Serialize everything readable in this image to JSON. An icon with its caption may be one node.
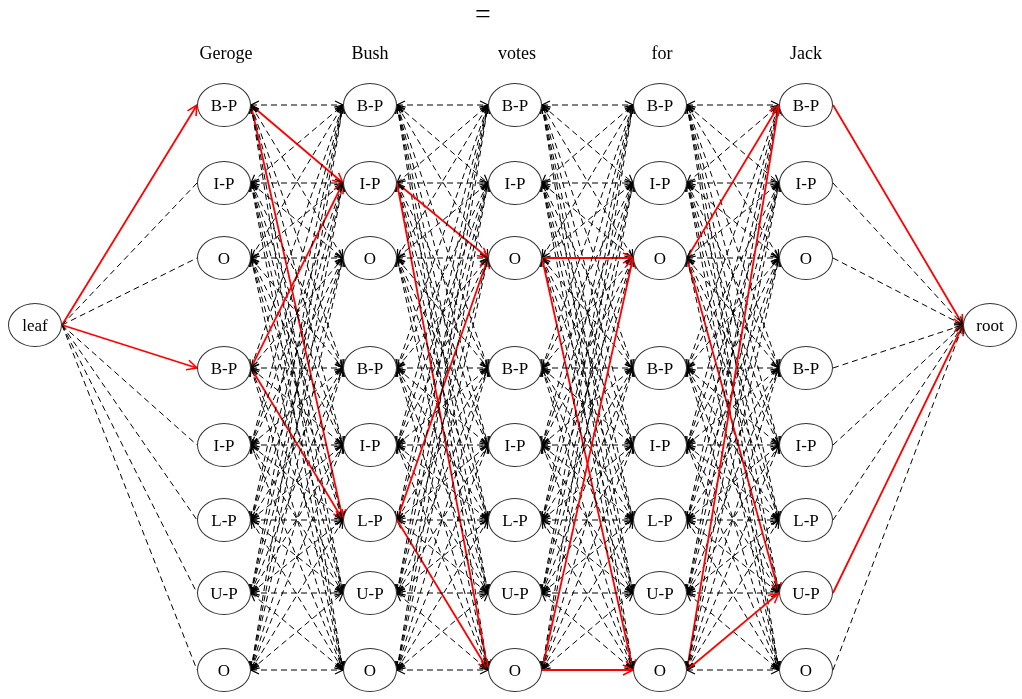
{
  "diagram": {
    "nodes": [
      {
        "text": [
          "leaf"
        ]
      },
      {
        "text": [
          "B-P"
        ]
      },
      {
        "text": [
          "I-P"
        ]
      },
      {
        "text": [
          "O"
        ]
      },
      {
        "text": [
          "B-P"
        ]
      },
      {
        "text": [
          "I-P"
        ]
      },
      {
        "text": [
          "L-P"
        ]
      },
      {
        "text": [
          "U-P"
        ]
      },
      {
        "text": [
          "O"
        ]
      },
      {
        "text": [
          "B-P"
        ]
      },
      {
        "text": [
          "I-P"
        ]
      },
      {
        "text": [
          "O"
        ]
      },
      {
        "text": [
          "B-P"
        ]
      },
      {
        "text": [
          "I-P"
        ]
      },
      {
        "text": [
          "L-P"
        ]
      },
      {
        "text": [
          "U-P"
        ]
      },
      {
        "text": [
          "O"
        ]
      },
      {
        "text": [
          "B-P"
        ]
      },
      {
        "text": [
          "I-P"
        ]
      },
      {
        "text": [
          "O"
        ]
      },
      {
        "text": [
          "B-P"
        ]
      },
      {
        "text": [
          "I-P"
        ]
      },
      {
        "text": [
          "L-P"
        ]
      },
      {
        "text": [
          "U-P"
        ]
      },
      {
        "text": [
          "O"
        ]
      },
      {
        "text": [
          "B-P"
        ]
      },
      {
        "text": [
          "I-P"
        ]
      },
      {
        "text": [
          "O"
        ]
      },
      {
        "text": [
          "B-P"
        ]
      },
      {
        "text": [
          "I-P"
        ]
      },
      {
        "text": [
          "L-P"
        ]
      },
      {
        "text": [
          "U-P"
        ]
      },
      {
        "text": [
          "O"
        ]
      },
      {
        "text": [
          "B-P"
        ]
      },
      {
        "text": [
          "I-P"
        ]
      },
      {
        "text": [
          "O"
        ]
      },
      {
        "text": [
          "B-P"
        ]
      },
      {
        "text": [
          "I-P"
        ]
      },
      {
        "text": [
          "L-P"
        ]
      },
      {
        "text": [
          "U-P"
        ]
      },
      {
        "text": [
          "O"
        ]
      },
      {
        "text": [
          "root"
        ]
      }
    ],
    "edges": [
      {
        "from": 0,
        "to": 1,
        "arrow": "to",
        "color": "#ff0000"
      },
      {
        "from": 0,
        "to": 2,
        "arrow": "none",
        "style": "dashed"
      },
      {
        "from": 0,
        "to": 3,
        "arrow": "none",
        "style": "dashed"
      },
      {
        "from": 0,
        "to": 4,
        "arrow": "to",
        "color": "#ff0000"
      },
      {
        "from": 0,
        "to": 5,
        "arrow": "none",
        "style": "dashed"
      },
      {
        "from": 0,
        "to": 6,
        "arrow": "none",
        "style": "dashed"
      },
      {
        "from": 0,
        "to": 7,
        "arrow": "none",
        "style": "dashed"
      },
      {
        "from": 0,
        "to": 8,
        "arrow": "none",
        "style": "dashed"
      },
      {
        "from": 1,
        "to": 9,
        "arrow": "both",
        "style": "dashed"
      },
      {
        "from": 1,
        "to": 10,
        "arrow": "to",
        "color": "#ff0000"
      },
      {
        "from": 1,
        "to": 11,
        "arrow": "both",
        "style": "dashed"
      },
      {
        "from": 1,
        "to": 12,
        "arrow": "both",
        "style": "dashed"
      },
      {
        "from": 1,
        "to": 13,
        "arrow": "both",
        "style": "dashed"
      },
      {
        "from": 1,
        "to": 14,
        "arrow": "to",
        "color": "#ff0000"
      },
      {
        "from": 1,
        "to": 15,
        "arrow": "both",
        "style": "dashed"
      },
      {
        "from": 1,
        "to": 16,
        "arrow": "both",
        "style": "dashed"
      },
      {
        "from": 2,
        "to": 9,
        "arrow": "both",
        "style": "dashed"
      },
      {
        "from": 2,
        "to": 10,
        "arrow": "both",
        "style": "dashed"
      },
      {
        "from": 2,
        "to": 11,
        "arrow": "both",
        "style": "dashed"
      },
      {
        "from": 2,
        "to": 12,
        "arrow": "both",
        "style": "dashed"
      },
      {
        "from": 2,
        "to": 13,
        "arrow": "both",
        "style": "dashed"
      },
      {
        "from": 2,
        "to": 14,
        "arrow": "both",
        "style": "dashed"
      },
      {
        "from": 2,
        "to": 15,
        "arrow": "both",
        "style": "dashed"
      },
      {
        "from": 2,
        "to": 16,
        "arrow": "both",
        "style": "dashed"
      },
      {
        "from": 3,
        "to": 9,
        "arrow": "both",
        "style": "dashed"
      },
      {
        "from": 3,
        "to": 10,
        "arrow": "both",
        "style": "dashed"
      },
      {
        "from": 3,
        "to": 11,
        "arrow": "both",
        "style": "dashed"
      },
      {
        "from": 3,
        "to": 12,
        "arrow": "both",
        "style": "dashed"
      },
      {
        "from": 3,
        "to": 13,
        "arrow": "both",
        "style": "dashed"
      },
      {
        "from": 3,
        "to": 14,
        "arrow": "both",
        "style": "dashed"
      },
      {
        "from": 3,
        "to": 15,
        "arrow": "both",
        "style": "dashed"
      },
      {
        "from": 3,
        "to": 16,
        "arrow": "both",
        "style": "dashed"
      },
      {
        "from": 4,
        "to": 9,
        "arrow": "both",
        "style": "dashed"
      },
      {
        "from": 4,
        "to": 10,
        "arrow": "to",
        "color": "#ff0000"
      },
      {
        "from": 4,
        "to": 11,
        "arrow": "both",
        "style": "dashed"
      },
      {
        "from": 4,
        "to": 12,
        "arrow": "both",
        "style": "dashed"
      },
      {
        "from": 4,
        "to": 13,
        "arrow": "both",
        "style": "dashed"
      },
      {
        "from": 4,
        "to": 14,
        "arrow": "to",
        "color": "#ff0000"
      },
      {
        "from": 4,
        "to": 15,
        "arrow": "both",
        "style": "dashed"
      },
      {
        "from": 4,
        "to": 16,
        "arrow": "both",
        "style": "dashed"
      },
      {
        "from": 5,
        "to": 9,
        "arrow": "both",
        "style": "dashed"
      },
      {
        "from": 5,
        "to": 10,
        "arrow": "both",
        "style": "dashed"
      },
      {
        "from": 5,
        "to": 11,
        "arrow": "both",
        "style": "dashed"
      },
      {
        "from": 5,
        "to": 12,
        "arrow": "both",
        "style": "dashed"
      },
      {
        "from": 5,
        "to": 13,
        "arrow": "both",
        "style": "dashed"
      },
      {
        "from": 5,
        "to": 14,
        "arrow": "both",
        "style": "dashed"
      },
      {
        "from": 5,
        "to": 15,
        "arrow": "both",
        "style": "dashed"
      },
      {
        "from": 5,
        "to": 16,
        "arrow": "both",
        "style": "dashed"
      },
      {
        "from": 6,
        "to": 9,
        "arrow": "both",
        "style": "dashed"
      },
      {
        "from": 6,
        "to": 10,
        "arrow": "both",
        "style": "dashed"
      },
      {
        "from": 6,
        "to": 11,
        "arrow": "both",
        "style": "dashed"
      },
      {
        "from": 6,
        "to": 12,
        "arrow": "both",
        "style": "dashed"
      },
      {
        "from": 6,
        "to": 13,
        "arrow": "both",
        "style": "dashed"
      },
      {
        "from": 6,
        "to": 14,
        "arrow": "both",
        "style": "dashed"
      },
      {
        "from": 6,
        "to": 15,
        "arrow": "both",
        "style": "dashed"
      },
      {
        "from": 6,
        "to": 16,
        "arrow": "both",
        "style": "dashed"
      },
      {
        "from": 7,
        "to": 9,
        "arrow": "both",
        "style": "dashed"
      },
      {
        "from": 7,
        "to": 10,
        "arrow": "both",
        "style": "dashed"
      },
      {
        "from": 7,
        "to": 11,
        "arrow": "both",
        "style": "dashed"
      },
      {
        "from": 7,
        "to": 12,
        "arrow": "both",
        "style": "dashed"
      },
      {
        "from": 7,
        "to": 13,
        "arrow": "both",
        "style": "dashed"
      },
      {
        "from": 7,
        "to": 14,
        "arrow": "both",
        "style": "dashed"
      },
      {
        "from": 7,
        "to": 15,
        "arrow": "both",
        "style": "dashed"
      },
      {
        "from": 7,
        "to": 16,
        "arrow": "both",
        "style": "dashed"
      },
      {
        "from": 8,
        "to": 9,
        "arrow": "both",
        "style": "dashed"
      },
      {
        "from": 8,
        "to": 10,
        "arrow": "both",
        "style": "dashed"
      },
      {
        "from": 8,
        "to": 11,
        "arrow": "both",
        "style": "dashed"
      },
      {
        "from": 8,
        "to": 12,
        "arrow": "both",
        "style": "dashed"
      },
      {
        "from": 8,
        "to": 13,
        "arrow": "both",
        "style": "dashed"
      },
      {
        "from": 8,
        "to": 14,
        "arrow": "both",
        "style": "dashed"
      },
      {
        "from": 8,
        "to": 15,
        "arrow": "both",
        "style": "dashed"
      },
      {
        "from": 8,
        "to": 16,
        "arrow": "both",
        "style": "dashed"
      },
      {
        "from": 9,
        "to": 17,
        "arrow": "both",
        "style": "dashed"
      },
      {
        "from": 9,
        "to": 18,
        "arrow": "both",
        "style": "dashed"
      },
      {
        "from": 9,
        "to": 19,
        "arrow": "both",
        "style": "dashed"
      },
      {
        "from": 9,
        "to": 20,
        "arrow": "both",
        "style": "dashed"
      },
      {
        "from": 9,
        "to": 21,
        "arrow": "both",
        "style": "dashed"
      },
      {
        "from": 9,
        "to": 22,
        "arrow": "both",
        "style": "dashed"
      },
      {
        "from": 9,
        "to": 23,
        "arrow": "both",
        "style": "dashed"
      },
      {
        "from": 9,
        "to": 24,
        "arrow": "both",
        "style": "dashed"
      },
      {
        "from": 10,
        "to": 17,
        "arrow": "both",
        "style": "dashed"
      },
      {
        "from": 10,
        "to": 18,
        "arrow": "both",
        "style": "dashed"
      },
      {
        "from": 10,
        "to": 19,
        "arrow": "to",
        "color": "#ff0000"
      },
      {
        "from": 10,
        "to": 20,
        "arrow": "both",
        "style": "dashed"
      },
      {
        "from": 10,
        "to": 21,
        "arrow": "both",
        "style": "dashed"
      },
      {
        "from": 10,
        "to": 22,
        "arrow": "both",
        "style": "dashed"
      },
      {
        "from": 10,
        "to": 23,
        "arrow": "both",
        "style": "dashed"
      },
      {
        "from": 10,
        "to": 24,
        "arrow": "to",
        "color": "#ff0000"
      },
      {
        "from": 11,
        "to": 17,
        "arrow": "both",
        "style": "dashed"
      },
      {
        "from": 11,
        "to": 18,
        "arrow": "both",
        "style": "dashed"
      },
      {
        "from": 11,
        "to": 19,
        "arrow": "both",
        "style": "dashed"
      },
      {
        "from": 11,
        "to": 20,
        "arrow": "both",
        "style": "dashed"
      },
      {
        "from": 11,
        "to": 21,
        "arrow": "both",
        "style": "dashed"
      },
      {
        "from": 11,
        "to": 22,
        "arrow": "both",
        "style": "dashed"
      },
      {
        "from": 11,
        "to": 23,
        "arrow": "both",
        "style": "dashed"
      },
      {
        "from": 11,
        "to": 24,
        "arrow": "both",
        "style": "dashed"
      },
      {
        "from": 12,
        "to": 17,
        "arrow": "both",
        "style": "dashed"
      },
      {
        "from": 12,
        "to": 18,
        "arrow": "both",
        "style": "dashed"
      },
      {
        "from": 12,
        "to": 19,
        "arrow": "both",
        "style": "dashed"
      },
      {
        "from": 12,
        "to": 20,
        "arrow": "both",
        "style": "dashed"
      },
      {
        "from": 12,
        "to": 21,
        "arrow": "both",
        "style": "dashed"
      },
      {
        "from": 12,
        "to": 22,
        "arrow": "both",
        "style": "dashed"
      },
      {
        "from": 12,
        "to": 23,
        "arrow": "both",
        "style": "dashed"
      },
      {
        "from": 12,
        "to": 24,
        "arrow": "both",
        "style": "dashed"
      },
      {
        "from": 13,
        "to": 17,
        "arrow": "both",
        "style": "dashed"
      },
      {
        "from": 13,
        "to": 18,
        "arrow": "both",
        "style": "dashed"
      },
      {
        "from": 13,
        "to": 19,
        "arrow": "both",
        "style": "dashed"
      },
      {
        "from": 13,
        "to": 20,
        "arrow": "both",
        "style": "dashed"
      },
      {
        "from": 13,
        "to": 21,
        "arrow": "both",
        "style": "dashed"
      },
      {
        "from": 13,
        "to": 22,
        "arrow": "both",
        "style": "dashed"
      },
      {
        "from": 13,
        "to": 23,
        "arrow": "both",
        "style": "dashed"
      },
      {
        "from": 13,
        "to": 24,
        "arrow": "both",
        "style": "dashed"
      },
      {
        "from": 14,
        "to": 17,
        "arrow": "both",
        "style": "dashed"
      },
      {
        "from": 14,
        "to": 18,
        "arrow": "both",
        "style": "dashed"
      },
      {
        "from": 14,
        "to": 19,
        "arrow": "to",
        "color": "#ff0000"
      },
      {
        "from": 14,
        "to": 20,
        "arrow": "both",
        "style": "dashed"
      },
      {
        "from": 14,
        "to": 21,
        "arrow": "both",
        "style": "dashed"
      },
      {
        "from": 14,
        "to": 22,
        "arrow": "both",
        "style": "dashed"
      },
      {
        "from": 14,
        "to": 23,
        "arrow": "both",
        "style": "dashed"
      },
      {
        "from": 14,
        "to": 24,
        "arrow": "to",
        "color": "#ff0000"
      },
      {
        "from": 15,
        "to": 17,
        "arrow": "both",
        "style": "dashed"
      },
      {
        "from": 15,
        "to": 18,
        "arrow": "both",
        "style": "dashed"
      },
      {
        "from": 15,
        "to": 19,
        "arrow": "both",
        "style": "dashed"
      },
      {
        "from": 15,
        "to": 20,
        "arrow": "both",
        "style": "dashed"
      },
      {
        "from": 15,
        "to": 21,
        "arrow": "both",
        "style": "dashed"
      },
      {
        "from": 15,
        "to": 22,
        "arrow": "both",
        "style": "dashed"
      },
      {
        "from": 15,
        "to": 23,
        "arrow": "both",
        "style": "dashed"
      },
      {
        "from": 15,
        "to": 24,
        "arrow": "both",
        "style": "dashed"
      },
      {
        "from": 16,
        "to": 17,
        "arrow": "both",
        "style": "dashed"
      },
      {
        "from": 16,
        "to": 18,
        "arrow": "both",
        "style": "dashed"
      },
      {
        "from": 16,
        "to": 19,
        "arrow": "both",
        "style": "dashed"
      },
      {
        "from": 16,
        "to": 20,
        "arrow": "both",
        "style": "dashed"
      },
      {
        "from": 16,
        "to": 21,
        "arrow": "both",
        "style": "dashed"
      },
      {
        "from": 16,
        "to": 22,
        "arrow": "both",
        "style": "dashed"
      },
      {
        "from": 16,
        "to": 23,
        "arrow": "both",
        "style": "dashed"
      },
      {
        "from": 16,
        "to": 24,
        "arrow": "both",
        "style": "dashed"
      },
      {
        "from": 17,
        "to": 25,
        "arrow": "both",
        "style": "dashed"
      },
      {
        "from": 17,
        "to": 26,
        "arrow": "both",
        "style": "dashed"
      },
      {
        "from": 17,
        "to": 27,
        "arrow": "both",
        "style": "dashed"
      },
      {
        "from": 17,
        "to": 28,
        "arrow": "both",
        "style": "dashed"
      },
      {
        "from": 17,
        "to": 29,
        "arrow": "both",
        "style": "dashed"
      },
      {
        "from": 17,
        "to": 30,
        "arrow": "both",
        "style": "dashed"
      },
      {
        "from": 17,
        "to": 31,
        "arrow": "both",
        "style": "dashed"
      },
      {
        "from": 17,
        "to": 32,
        "arrow": "both",
        "style": "dashed"
      },
      {
        "from": 18,
        "to": 25,
        "arrow": "both",
        "style": "dashed"
      },
      {
        "from": 18,
        "to": 26,
        "arrow": "both",
        "style": "dashed"
      },
      {
        "from": 18,
        "to": 27,
        "arrow": "both",
        "style": "dashed"
      },
      {
        "from": 18,
        "to": 28,
        "arrow": "both",
        "style": "dashed"
      },
      {
        "from": 18,
        "to": 29,
        "arrow": "both",
        "style": "dashed"
      },
      {
        "from": 18,
        "to": 30,
        "arrow": "both",
        "style": "dashed"
      },
      {
        "from": 18,
        "to": 31,
        "arrow": "both",
        "style": "dashed"
      },
      {
        "from": 18,
        "to": 32,
        "arrow": "both",
        "style": "dashed"
      },
      {
        "from": 19,
        "to": 25,
        "arrow": "both",
        "style": "dashed"
      },
      {
        "from": 19,
        "to": 26,
        "arrow": "both",
        "style": "dashed"
      },
      {
        "from": 19,
        "to": 27,
        "arrow": "to",
        "color": "#ff0000"
      },
      {
        "from": 19,
        "to": 28,
        "arrow": "both",
        "style": "dashed"
      },
      {
        "from": 19,
        "to": 29,
        "arrow": "both",
        "style": "dashed"
      },
      {
        "from": 19,
        "to": 30,
        "arrow": "both",
        "style": "dashed"
      },
      {
        "from": 19,
        "to": 31,
        "arrow": "both",
        "style": "dashed"
      },
      {
        "from": 19,
        "to": 32,
        "arrow": "to",
        "color": "#ff0000"
      },
      {
        "from": 20,
        "to": 25,
        "arrow": "both",
        "style": "dashed"
      },
      {
        "from": 20,
        "to": 26,
        "arrow": "both",
        "style": "dashed"
      },
      {
        "from": 20,
        "to": 27,
        "arrow": "both",
        "style": "dashed"
      },
      {
        "from": 20,
        "to": 28,
        "arrow": "both",
        "style": "dashed"
      },
      {
        "from": 20,
        "to": 29,
        "arrow": "both",
        "style": "dashed"
      },
      {
        "from": 20,
        "to": 30,
        "arrow": "both",
        "style": "dashed"
      },
      {
        "from": 20,
        "to": 31,
        "arrow": "both",
        "style": "dashed"
      },
      {
        "from": 20,
        "to": 32,
        "arrow": "both",
        "style": "dashed"
      },
      {
        "from": 21,
        "to": 25,
        "arrow": "both",
        "style": "dashed"
      },
      {
        "from": 21,
        "to": 26,
        "arrow": "both",
        "style": "dashed"
      },
      {
        "from": 21,
        "to": 27,
        "arrow": "both",
        "style": "dashed"
      },
      {
        "from": 21,
        "to": 28,
        "arrow": "both",
        "style": "dashed"
      },
      {
        "from": 21,
        "to": 29,
        "arrow": "both",
        "style": "dashed"
      },
      {
        "from": 21,
        "to": 30,
        "arrow": "both",
        "style": "dashed"
      },
      {
        "from": 21,
        "to": 31,
        "arrow": "both",
        "style": "dashed"
      },
      {
        "from": 21,
        "to": 32,
        "arrow": "both",
        "style": "dashed"
      },
      {
        "from": 22,
        "to": 25,
        "arrow": "both",
        "style": "dashed"
      },
      {
        "from": 22,
        "to": 26,
        "arrow": "both",
        "style": "dashed"
      },
      {
        "from": 22,
        "to": 27,
        "arrow": "both",
        "style": "dashed"
      },
      {
        "from": 22,
        "to": 28,
        "arrow": "both",
        "style": "dashed"
      },
      {
        "from": 22,
        "to": 29,
        "arrow": "both",
        "style": "dashed"
      },
      {
        "from": 22,
        "to": 30,
        "arrow": "both",
        "style": "dashed"
      },
      {
        "from": 22,
        "to": 31,
        "arrow": "both",
        "style": "dashed"
      },
      {
        "from": 22,
        "to": 32,
        "arrow": "both",
        "style": "dashed"
      },
      {
        "from": 23,
        "to": 25,
        "arrow": "both",
        "style": "dashed"
      },
      {
        "from": 23,
        "to": 26,
        "arrow": "both",
        "style": "dashed"
      },
      {
        "from": 23,
        "to": 27,
        "arrow": "both",
        "style": "dashed"
      },
      {
        "from": 23,
        "to": 28,
        "arrow": "both",
        "style": "dashed"
      },
      {
        "from": 23,
        "to": 29,
        "arrow": "both",
        "style": "dashed"
      },
      {
        "from": 23,
        "to": 30,
        "arrow": "both",
        "style": "dashed"
      },
      {
        "from": 23,
        "to": 31,
        "arrow": "both",
        "style": "dashed"
      },
      {
        "from": 23,
        "to": 32,
        "arrow": "both",
        "style": "dashed"
      },
      {
        "from": 24,
        "to": 25,
        "arrow": "both",
        "style": "dashed"
      },
      {
        "from": 24,
        "to": 26,
        "arrow": "both",
        "style": "dashed"
      },
      {
        "from": 24,
        "to": 27,
        "arrow": "to",
        "color": "#ff0000"
      },
      {
        "from": 24,
        "to": 28,
        "arrow": "both",
        "style": "dashed"
      },
      {
        "from": 24,
        "to": 29,
        "arrow": "both",
        "style": "dashed"
      },
      {
        "from": 24,
        "to": 30,
        "arrow": "both",
        "style": "dashed"
      },
      {
        "from": 24,
        "to": 31,
        "arrow": "both",
        "style": "dashed"
      },
      {
        "from": 24,
        "to": 32,
        "arrow": "to",
        "color": "#ff0000"
      },
      {
        "from": 25,
        "to": 33,
        "arrow": "both",
        "style": "dashed"
      },
      {
        "from": 25,
        "to": 34,
        "arrow": "both",
        "style": "dashed"
      },
      {
        "from": 25,
        "to": 35,
        "arrow": "both",
        "style": "dashed"
      },
      {
        "from": 25,
        "to": 36,
        "arrow": "both",
        "style": "dashed"
      },
      {
        "from": 25,
        "to": 37,
        "arrow": "both",
        "style": "dashed"
      },
      {
        "from": 25,
        "to": 38,
        "arrow": "both",
        "style": "dashed"
      },
      {
        "from": 25,
        "to": 39,
        "arrow": "both",
        "style": "dashed"
      },
      {
        "from": 25,
        "to": 40,
        "arrow": "both",
        "style": "dashed"
      },
      {
        "from": 26,
        "to": 33,
        "arrow": "both",
        "style": "dashed"
      },
      {
        "from": 26,
        "to": 34,
        "arrow": "both",
        "style": "dashed"
      },
      {
        "from": 26,
        "to": 35,
        "arrow": "both",
        "style": "dashed"
      },
      {
        "from": 26,
        "to": 36,
        "arrow": "both",
        "style": "dashed"
      },
      {
        "from": 26,
        "to": 37,
        "arrow": "both",
        "style": "dashed"
      },
      {
        "from": 26,
        "to": 38,
        "arrow": "both",
        "style": "dashed"
      },
      {
        "from": 26,
        "to": 39,
        "arrow": "both",
        "style": "dashed"
      },
      {
        "from": 26,
        "to": 40,
        "arrow": "both",
        "style": "dashed"
      },
      {
        "from": 27,
        "to": 33,
        "arrow": "to",
        "color": "#ff0000"
      },
      {
        "from": 27,
        "to": 34,
        "arrow": "both",
        "style": "dashed"
      },
      {
        "from": 27,
        "to": 35,
        "arrow": "both",
        "style": "dashed"
      },
      {
        "from": 27,
        "to": 36,
        "arrow": "both",
        "style": "dashed"
      },
      {
        "from": 27,
        "to": 37,
        "arrow": "both",
        "style": "dashed"
      },
      {
        "from": 27,
        "to": 38,
        "arrow": "both",
        "style": "dashed"
      },
      {
        "from": 27,
        "to": 39,
        "arrow": "to",
        "color": "#ff0000"
      },
      {
        "from": 27,
        "to": 40,
        "arrow": "both",
        "style": "dashed"
      },
      {
        "from": 28,
        "to": 33,
        "arrow": "both",
        "style": "dashed"
      },
      {
        "from": 28,
        "to": 34,
        "arrow": "both",
        "style": "dashed"
      },
      {
        "from": 28,
        "to": 35,
        "arrow": "both",
        "style": "dashed"
      },
      {
        "from": 28,
        "to": 36,
        "arrow": "both",
        "style": "dashed"
      },
      {
        "from": 28,
        "to": 37,
        "arrow": "both",
        "style": "dashed"
      },
      {
        "from": 28,
        "to": 38,
        "arrow": "both",
        "style": "dashed"
      },
      {
        "from": 28,
        "to": 39,
        "arrow": "both",
        "style": "dashed"
      },
      {
        "from": 28,
        "to": 40,
        "arrow": "both",
        "style": "dashed"
      },
      {
        "from": 29,
        "to": 33,
        "arrow": "both",
        "style": "dashed"
      },
      {
        "from": 29,
        "to": 34,
        "arrow": "both",
        "style": "dashed"
      },
      {
        "from": 29,
        "to": 35,
        "arrow": "both",
        "style": "dashed"
      },
      {
        "from": 29,
        "to": 36,
        "arrow": "both",
        "style": "dashed"
      },
      {
        "from": 29,
        "to": 37,
        "arrow": "both",
        "style": "dashed"
      },
      {
        "from": 29,
        "to": 38,
        "arrow": "both",
        "style": "dashed"
      },
      {
        "from": 29,
        "to": 39,
        "arrow": "both",
        "style": "dashed"
      },
      {
        "from": 29,
        "to": 40,
        "arrow": "both",
        "style": "dashed"
      },
      {
        "from": 30,
        "to": 33,
        "arrow": "both",
        "style": "dashed"
      },
      {
        "from": 30,
        "to": 34,
        "arrow": "both",
        "style": "dashed"
      },
      {
        "from": 30,
        "to": 35,
        "arrow": "both",
        "style": "dashed"
      },
      {
        "from": 30,
        "to": 36,
        "arrow": "both",
        "style": "dashed"
      },
      {
        "from": 30,
        "to": 37,
        "arrow": "both",
        "style": "dashed"
      },
      {
        "from": 30,
        "to": 38,
        "arrow": "both",
        "style": "dashed"
      },
      {
        "from": 30,
        "to": 39,
        "arrow": "both",
        "style": "dashed"
      },
      {
        "from": 30,
        "to": 40,
        "arrow": "both",
        "style": "dashed"
      },
      {
        "from": 31,
        "to": 33,
        "arrow": "both",
        "style": "dashed"
      },
      {
        "from": 31,
        "to": 34,
        "arrow": "both",
        "style": "dashed"
      },
      {
        "from": 31,
        "to": 35,
        "arrow": "both",
        "style": "dashed"
      },
      {
        "from": 31,
        "to": 36,
        "arrow": "both",
        "style": "dashed"
      },
      {
        "from": 31,
        "to": 37,
        "arrow": "both",
        "style": "dashed"
      },
      {
        "from": 31,
        "to": 38,
        "arrow": "both",
        "style": "dashed"
      },
      {
        "from": 31,
        "to": 39,
        "arrow": "both",
        "style": "dashed"
      },
      {
        "from": 31,
        "to": 40,
        "arrow": "both",
        "style": "dashed"
      },
      {
        "from": 32,
        "to": 33,
        "arrow": "to",
        "color": "#ff0000"
      },
      {
        "from": 32,
        "to": 34,
        "arrow": "both",
        "style": "dashed"
      },
      {
        "from": 32,
        "to": 35,
        "arrow": "both",
        "style": "dashed"
      },
      {
        "from": 32,
        "to": 36,
        "arrow": "both",
        "style": "dashed"
      },
      {
        "from": 32,
        "to": 37,
        "arrow": "both",
        "style": "dashed"
      },
      {
        "from": 32,
        "to": 38,
        "arrow": "both",
        "style": "dashed"
      },
      {
        "from": 32,
        "to": 39,
        "arrow": "to",
        "color": "#ff0000"
      },
      {
        "from": 32,
        "to": 40,
        "arrow": "both",
        "style": "dashed"
      },
      {
        "from": 33,
        "to": 41,
        "arrow": "to",
        "color": "#ff0000"
      },
      {
        "from": 34,
        "to": 41,
        "arrow": "to",
        "style": "dashed"
      },
      {
        "from": 35,
        "to": 41,
        "arrow": "to",
        "style": "dashed"
      },
      {
        "from": 36,
        "to": 41,
        "arrow": "to",
        "style": "dashed"
      },
      {
        "from": 37,
        "to": 41,
        "arrow": "to",
        "style": "dashed"
      },
      {
        "from": 38,
        "to": 41,
        "arrow": "to",
        "style": "dashed"
      },
      {
        "from": 39,
        "to": 41,
        "arrow": "to",
        "color": "#ff0000"
      },
      {
        "from": 40,
        "to": 41,
        "arrow": "to",
        "style": "dashed"
      }
    ],
    "labels": [
      "=",
      "Geroge",
      "Bush",
      "votes",
      "for",
      "Jack"
    ]
  }
}
